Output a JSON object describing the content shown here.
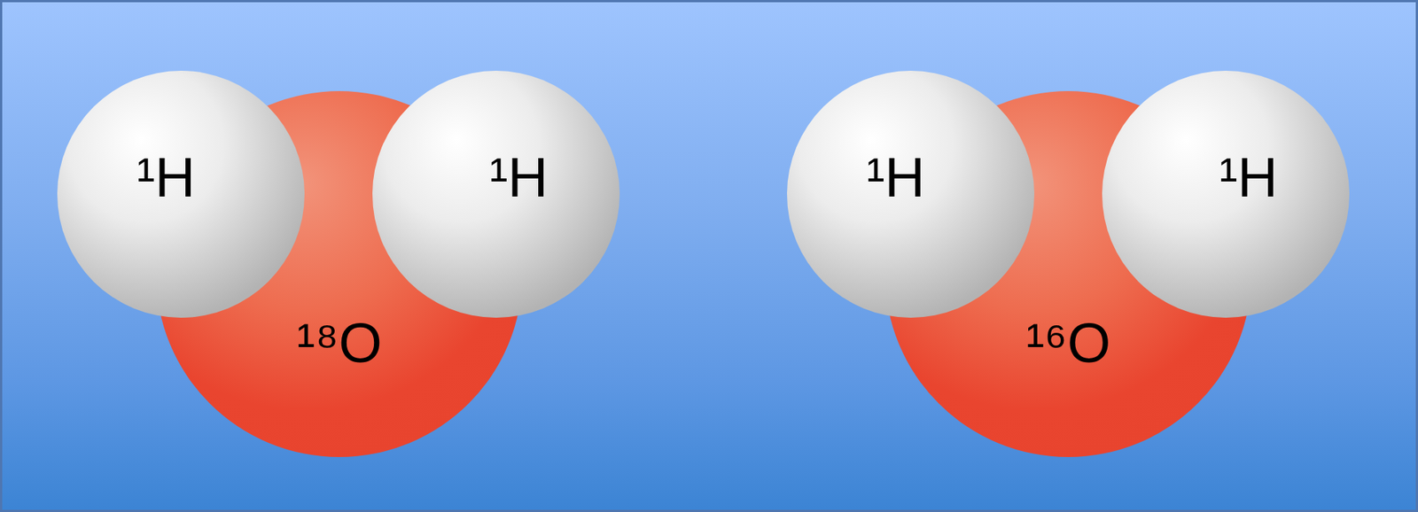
{
  "diagram": {
    "nodes": [
      {
        "text": [
          "¹H"
        ]
      },
      {
        "text": [
          "¹H"
        ]
      },
      {
        "text": [
          "¹⁸O"
        ]
      },
      {
        "text": [
          "¹H"
        ]
      },
      {
        "text": [
          "¹H"
        ]
      },
      {
        "text": [
          "¹⁶O"
        ]
      }
    ]
  }
}
